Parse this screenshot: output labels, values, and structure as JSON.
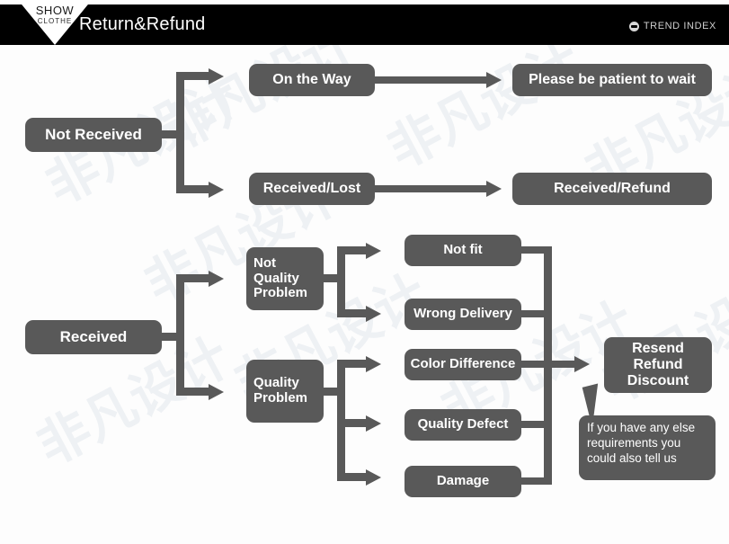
{
  "page": {
    "background": "#fdfdfd",
    "watermark_text": "非凡设计"
  },
  "header": {
    "background": "#000000",
    "title": "Return&Refund",
    "logo": {
      "line1": "SHOW",
      "line2": "CLOTHE",
      "shape": "downward-triangle"
    },
    "brand": {
      "icon": "globe-icon",
      "text": "TREND INDEX"
    }
  },
  "flowchart": {
    "accent_color": "#595959",
    "text_color": "#ffffff",
    "branches": [
      {
        "id": "not-received",
        "root": "Not Received",
        "children": [
          {
            "label": "On the Way",
            "result": "Please be patient to wait"
          },
          {
            "label": "Received/Lost",
            "result": "Received/Refund"
          }
        ]
      },
      {
        "id": "received",
        "root": "Received",
        "categories": [
          {
            "label": "Not\nQuality\nProblem",
            "reasons": [
              "Not fit",
              "Wrong Delivery"
            ]
          },
          {
            "label": "Quality\nProblem",
            "reasons": [
              "Color Difference",
              "Quality Defect",
              "Damage"
            ]
          }
        ],
        "outcome": "Resend\nRefund\nDiscount"
      }
    ],
    "callout": "If you have any else\nrequirements you\ncould also tell us"
  }
}
